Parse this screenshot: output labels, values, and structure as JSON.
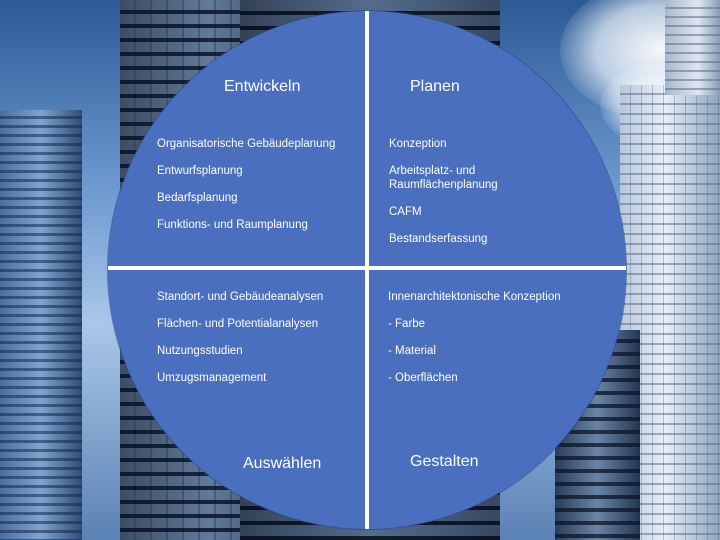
{
  "quadrants": {
    "top_left": {
      "title": "Entwickeln",
      "items": [
        "Organisatorische Gebäudeplanung",
        "Entwurfsplanung",
        "Bedarfsplanung",
        "Funktions- und Raumplanung"
      ]
    },
    "top_right": {
      "title": "Planen",
      "items": [
        "Konzeption",
        "Arbeitsplatz- und\nRaumflächenplanung",
        "CAFM",
        "Bestandserfassung"
      ]
    },
    "bottom_left": {
      "title": "Auswählen",
      "items": [
        "Standort- und Gebäudeanalysen",
        "Flächen- und Potentialanalysen",
        "Nutzungsstudien",
        "Umzugsmanagement"
      ]
    },
    "bottom_right": {
      "title": "Gestalten",
      "items": [
        "Innenarchitektonische Konzeption",
        "- Farbe",
        "- Material",
        "- Oberflächen"
      ]
    }
  },
  "colors": {
    "circle_fill": "#4a6fbf",
    "divider": "#ffffff",
    "text": "#ffffff"
  }
}
